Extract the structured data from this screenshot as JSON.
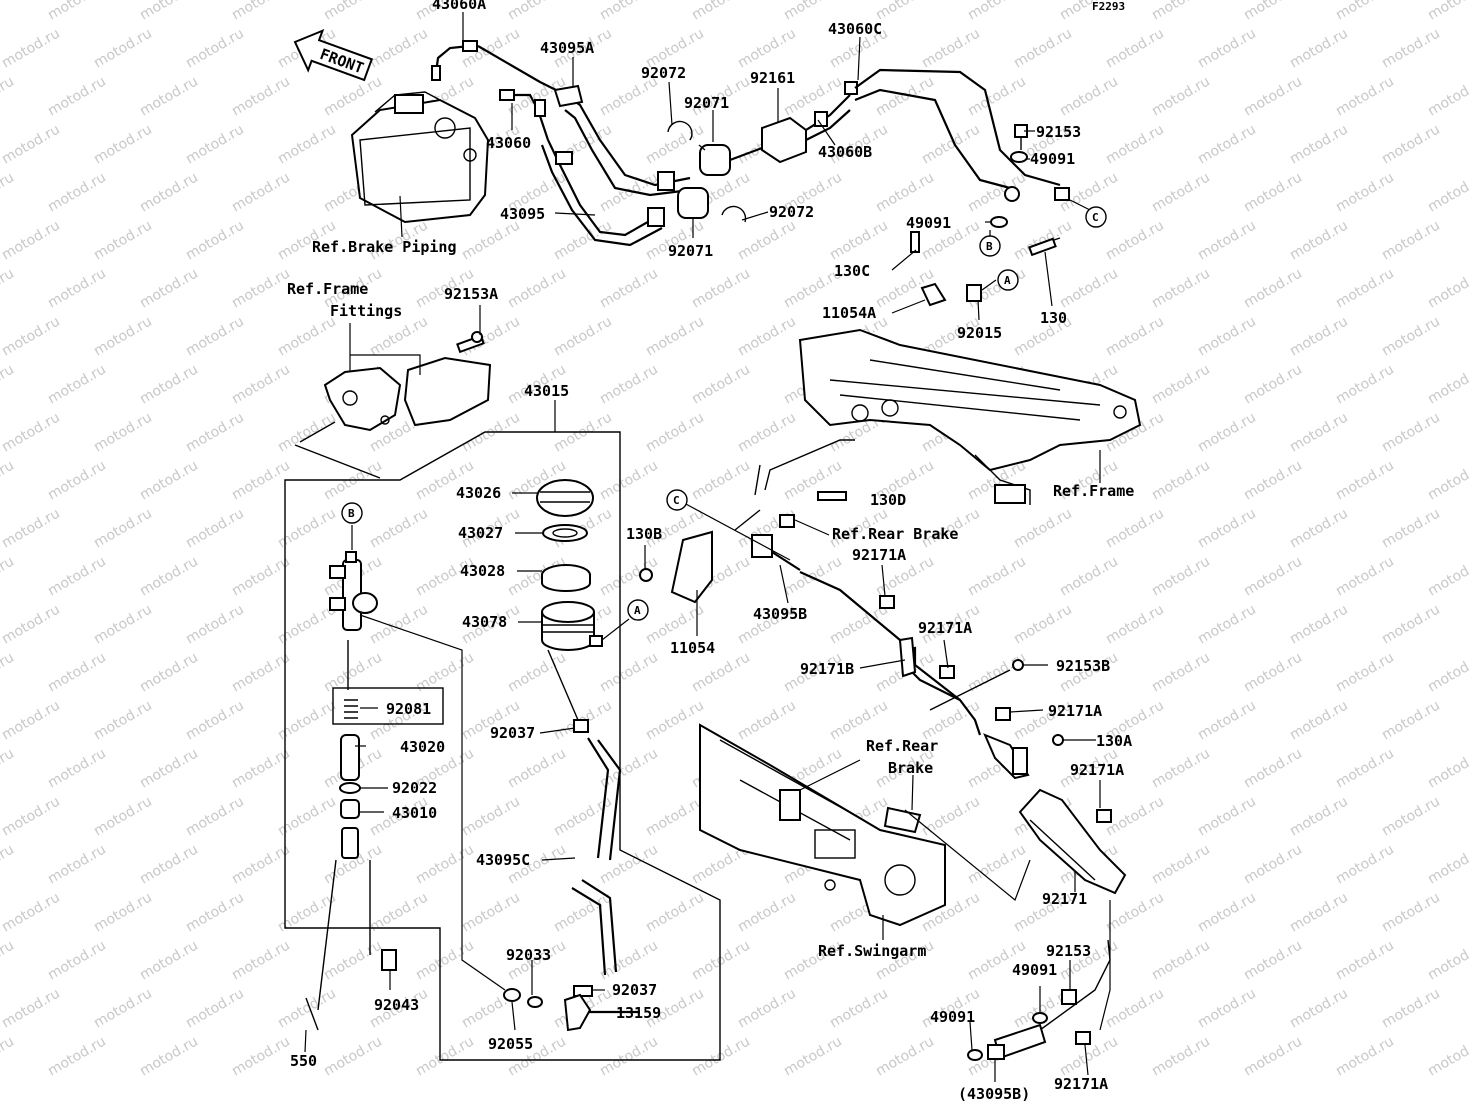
{
  "diagram_code": "F2293",
  "front_label": "FRONT",
  "watermark": "motod.ru",
  "parts": {
    "p43060A": "43060A",
    "p43095A": "43095A",
    "p92072a": "92072",
    "p92161": "92161",
    "p43060C": "43060C",
    "p92153": "92153",
    "p49091a": "49091",
    "p43060": "43060",
    "p92071a": "92071",
    "p43060B": "43060B",
    "p43095": "43095",
    "p92072b": "92072",
    "p92071b": "92071",
    "p49091b": "49091",
    "p130C": "130C",
    "p11054A": "11054A",
    "p92015": "92015",
    "p130": "130",
    "p92153A": "92153A",
    "p43015": "43015",
    "p43026": "43026",
    "p43027": "43027",
    "p43028": "43028",
    "p43078": "43078",
    "p130B": "130B",
    "p130D": "130D",
    "p92171A_1": "92171A",
    "p43095B": "43095B",
    "p11054": "11054",
    "p92171A_2": "92171A",
    "p92171B": "92171B",
    "p92153B": "92153B",
    "p92171A_3": "92171A",
    "p130A": "130A",
    "p92171A_4": "92171A",
    "p92081": "92081",
    "p43020": "43020",
    "p92037a": "92037",
    "p92022": "92022",
    "p43010": "43010",
    "p43095C": "43095C",
    "p92171": "92171",
    "p92033": "92033",
    "p92037b": "92037",
    "p13159": "13159",
    "p92043": "92043",
    "p92055": "92055",
    "p550": "550",
    "p92153c": "92153",
    "p49091c": "49091",
    "p49091d": "49091",
    "p43095B_paren": "(43095B)",
    "p92171A_5": "92171A"
  },
  "refs": {
    "brake_piping": "Ref.Brake Piping",
    "frame_fittings_1": "Ref.Frame",
    "frame_fittings_2": "Fittings",
    "frame": "Ref.Frame",
    "rear_brake_1": "Ref.Rear Brake",
    "rear_brake_2a": "Ref.Rear",
    "rear_brake_2b": "Brake",
    "swingarm": "Ref.Swingarm"
  },
  "callouts": {
    "A": "A",
    "B": "B",
    "C": "C"
  }
}
